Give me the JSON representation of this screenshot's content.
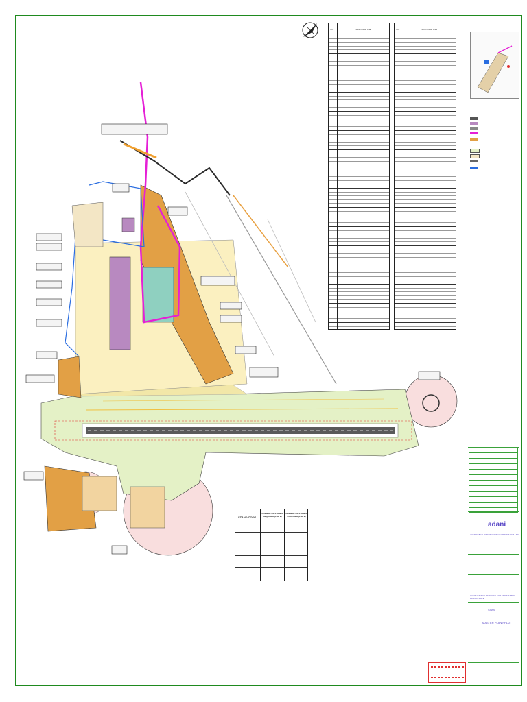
{
  "proposed_use_table": {
    "col_no": "NO.",
    "col_use": "PROPOSED USE",
    "right_col_no": "NO.",
    "right_col_use": "PROPOSED USE"
  },
  "stand_table": {
    "header_stand_code": "STAND CODE",
    "header_required": "NUMBER OF STANDS REQUIRED (PHL 2)",
    "header_provided": "NUMBER OF STANDS PROVIDED (PHL 2)"
  },
  "title_block": {
    "company_logo": "adani",
    "client": "AHMEDABAD INTERNATIONAL AIRPORT PVT. LTD.",
    "project": "CONSULTANCY SERVICES FOR AND MASTER PLAN UPDATE",
    "code": "SVAS",
    "drawing_title": "MASTER PLAN PHL 2"
  },
  "colors": {
    "frame": "#1f8a1f",
    "runway": "#555555",
    "terminal": "#b27fb8",
    "grass": "#e6f2c9",
    "zone": "#f7d6d6",
    "taxiway": "#f5d97a",
    "road_magenta": "#e51fd6",
    "landside": "#e6a23c",
    "water_blue": "#2a6de0"
  }
}
